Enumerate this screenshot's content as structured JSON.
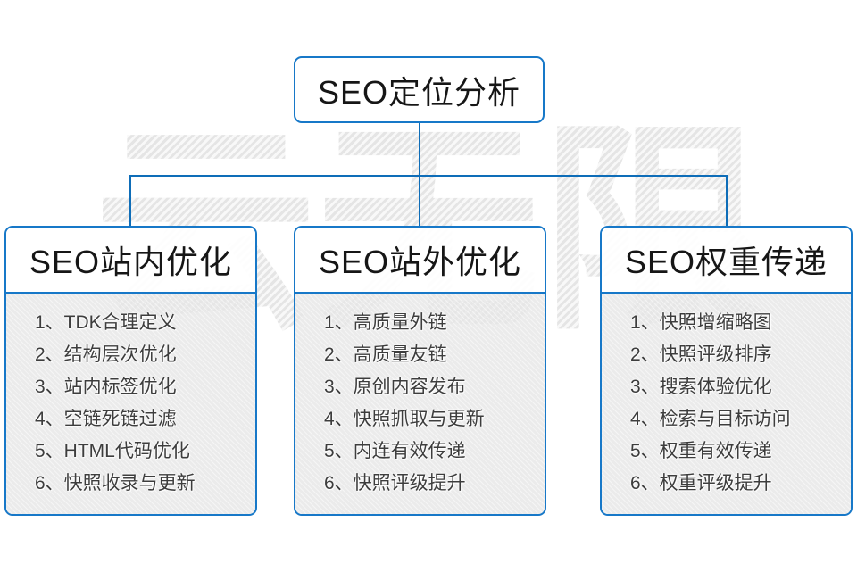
{
  "watermark": {
    "text": "云无限"
  },
  "root": {
    "title": "SEO定位分析"
  },
  "colors": {
    "accent_blue": "#1778c8",
    "line_blue": "#0e6db8",
    "panel_gray": "#e3e3e3",
    "watermark_gray": "#e9e9e9",
    "text_dark": "#3d3d3d"
  },
  "columns": [
    {
      "header": "SEO站内优化",
      "items": [
        "1、TDK合理定义",
        "2、结构层次优化",
        "3、站内标签优化",
        "4、空链死链过滤",
        "5、HTML代码优化",
        "6、快照收录与更新"
      ]
    },
    {
      "header": "SEO站外优化",
      "items": [
        "1、高质量外链",
        "2、高质量友链",
        "3、原创内容发布",
        "4、快照抓取与更新",
        "5、内连有效传递",
        "6、快照评级提升"
      ]
    },
    {
      "header": "SEO权重传递",
      "items": [
        "1、快照增缩略图",
        "2、快照评级排序",
        "3、搜索体验优化",
        "4、检索与目标访问",
        "5、权重有效传递",
        "6、权重评级提升"
      ]
    }
  ]
}
